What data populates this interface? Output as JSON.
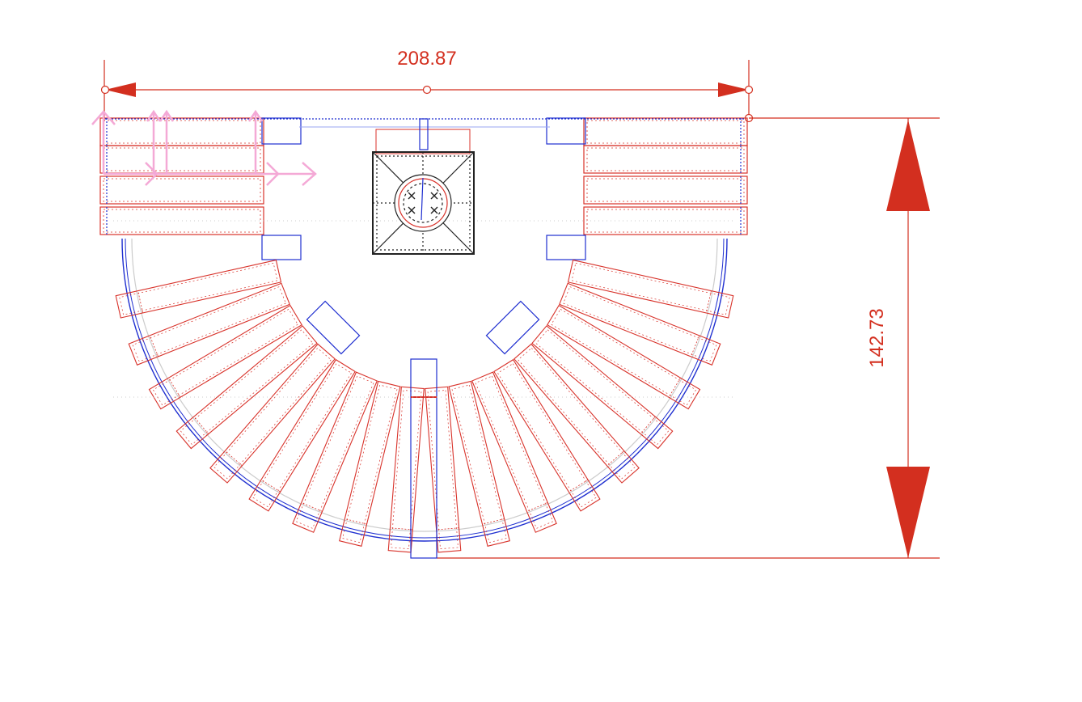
{
  "dimensions": {
    "width_label": "208.87",
    "height_label": "142.73"
  },
  "colors": {
    "dimension": "#d32f1f",
    "stair_outline": "#d8322a",
    "stringer_blue": "#1f2fd0",
    "axis_gizmo": "#f4a9d6",
    "column": "#222222",
    "hidden_line": "#bbbbbb"
  },
  "drawing": {
    "straight_treads_per_side": 4,
    "winder_treads": 18,
    "has_center_column": true,
    "has_axis_gizmo": true
  }
}
